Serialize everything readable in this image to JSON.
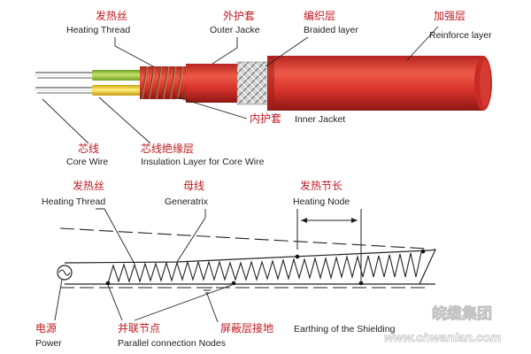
{
  "cable": {
    "labels": {
      "heating_thread": {
        "zh": "发热丝",
        "en": "Heating Thread"
      },
      "outer_jacket": {
        "zh": "外护套",
        "en": "Outer Jacke"
      },
      "braided_layer": {
        "zh": "编织层",
        "en": "Braided layer"
      },
      "reinforce_layer": {
        "zh": "加强层",
        "en": "Reinforce layer"
      },
      "inner_jacket": {
        "zh": "内护套",
        "en": "Inner Jacket"
      },
      "core_wire": {
        "zh": "芯线",
        "en": "Core Wire"
      },
      "insulation_layer": {
        "zh": "芯线绝缘层",
        "en": "Insulation Layer for Core Wire"
      }
    }
  },
  "circuit": {
    "labels": {
      "heating_thread": {
        "zh": "发热丝",
        "en": "Heating Thread"
      },
      "generatrix": {
        "zh": "母线",
        "en": "Generatrix"
      },
      "heating_node": {
        "zh": "发热节长",
        "en": "Heating Node"
      },
      "power": {
        "zh": "电源",
        "en": "Power"
      },
      "parallel_nodes": {
        "zh": "并联节点",
        "en": "Parallel connection Nodes"
      },
      "shielding_earth": {
        "zh": "屏蔽层接地",
        "en": "Earthing of the Shielding"
      }
    }
  },
  "watermark": {
    "zh": "皖缆集团",
    "en": "www.chwanlan.com"
  },
  "colors": {
    "cable_red": "#d8342c",
    "cable_red_dark": "#9e1a17",
    "label_red": "#c2181f",
    "core_green": "#9cc83c",
    "core_yellow": "#f0cf2a",
    "copper": "#c98a45",
    "silver": "#b8b8b8"
  },
  "icons": [
    "ac-power-source-icon",
    "ground-icon"
  ]
}
